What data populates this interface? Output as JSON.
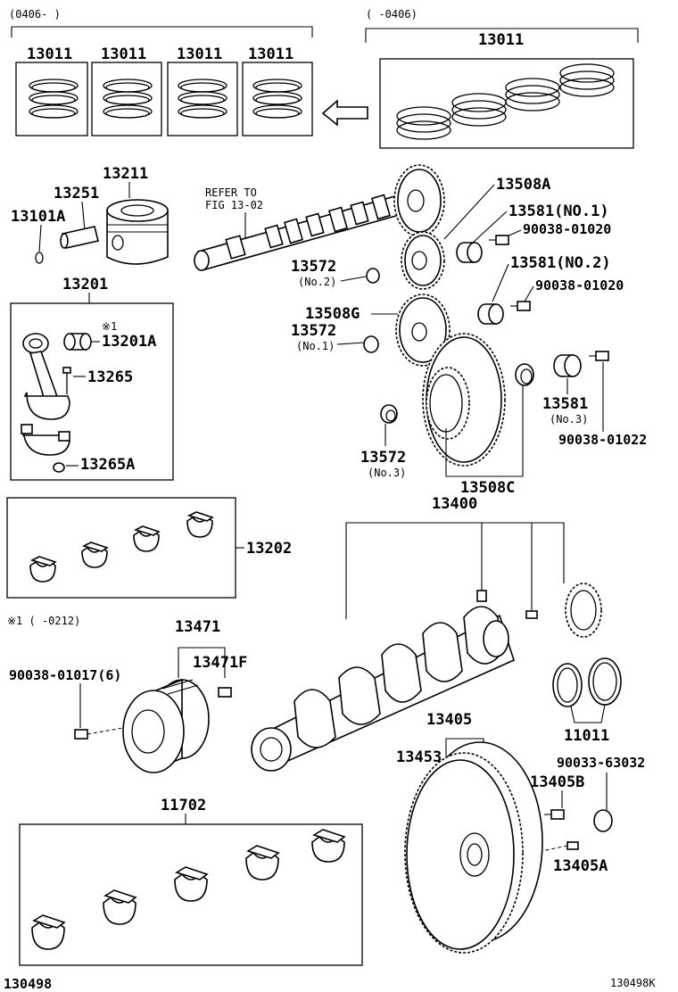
{
  "labels": {
    "range_new": "(0406-     )",
    "range_old": "(     -0406)",
    "ring_a": "13011",
    "ring_b": "13011",
    "ring_c": "13011",
    "ring_d": "13011",
    "ring_set": "13011",
    "piston": "13211",
    "pin": "13251",
    "snap_ring": "13101A",
    "refer_1": "REFER TO",
    "refer_2": "FIG 13-02",
    "gear_a": "13508A",
    "thrust_no1": "13581(NO.1)",
    "bolt_a": "90038-01020",
    "washer_no2_num": "13572",
    "washer_no2_sub": "(No.2)",
    "thrust_no2": "13581(NO.2)",
    "bolt_b": "90038-01020",
    "rod_assy": "13201",
    "note_mark": "※1",
    "rod_bush": "13201A",
    "rod_bolt": "13265",
    "rod_nut": "13265A",
    "gear_g": "13508G",
    "washer_no1_num": "13572",
    "washer_no1_sub": "(No.1)",
    "thrust_no3_num": "13581",
    "thrust_no3_sub": "(No.3)",
    "bolt_c": "90038-01022",
    "washer_no3_num": "13572",
    "washer_no3_sub": "(No.3)",
    "gear_c": "13508C",
    "crankshaft": "13400",
    "rod_bearing": "13202",
    "note_range": "※1 (      -0212)",
    "pulley": "13471",
    "pulley_bolt": "90038-01017(6)",
    "pulley_key": "13471F",
    "oil_seal": "11011",
    "flywheel": "13405",
    "ring_gear": "13453",
    "bearing_plug": "90033-63032",
    "fly_bolt": "13405B",
    "fly_pin": "13405A",
    "main_bearing": "11702",
    "code_left": "130498",
    "code_right": "130498K"
  }
}
